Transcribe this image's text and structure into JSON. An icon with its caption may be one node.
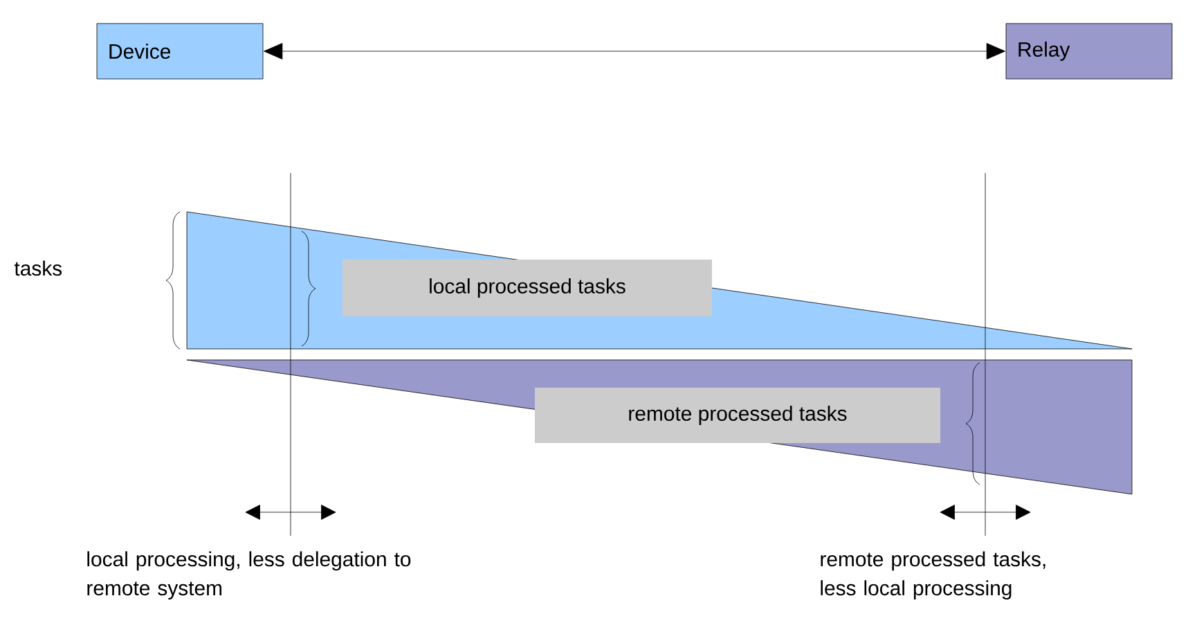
{
  "diagram": {
    "nodes": [
      {
        "text": [
          "Device"
        ]
      },
      {
        "text": [
          "Relay"
        ]
      },
      {
        "text": [
          "local processed tasks"
        ]
      },
      {
        "text": [
          "remote processed tasks"
        ]
      }
    ],
    "edges": [
      {
        "from": 0,
        "to": 1,
        "arrow": "both"
      }
    ],
    "labels": [
      "tasks",
      "local processing, less delegation to remote system",
      "remote processed tasks, less local processing"
    ]
  }
}
